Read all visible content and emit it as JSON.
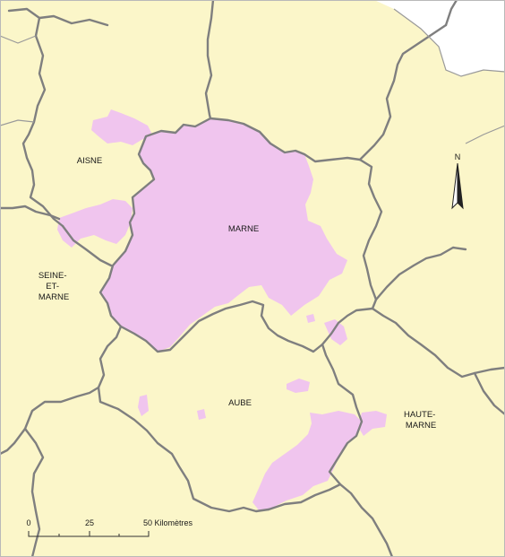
{
  "map": {
    "colors": {
      "land": "#fbf6c9",
      "zone": "#f0c5ee",
      "outside": "#ffffff",
      "border": "#7f7f7f",
      "frame": "#b9b9b9"
    },
    "departments": [
      {
        "id": "aisne",
        "lines": [
          "AISNE"
        ]
      },
      {
        "id": "marne",
        "lines": [
          "MARNE"
        ]
      },
      {
        "id": "seine-et-marne",
        "lines": [
          "SEINE-",
          "ET-",
          "MARNE"
        ]
      },
      {
        "id": "aube",
        "lines": [
          "AUBE"
        ]
      },
      {
        "id": "haute-marne",
        "lines": [
          "HAUTE-",
          "MARNE"
        ]
      }
    ],
    "north_arrow": {
      "label": "N",
      "icon": "north-arrow-icon"
    },
    "scale_bar": {
      "ticks": [
        "0",
        "25",
        "50 Kilomètres"
      ]
    }
  }
}
